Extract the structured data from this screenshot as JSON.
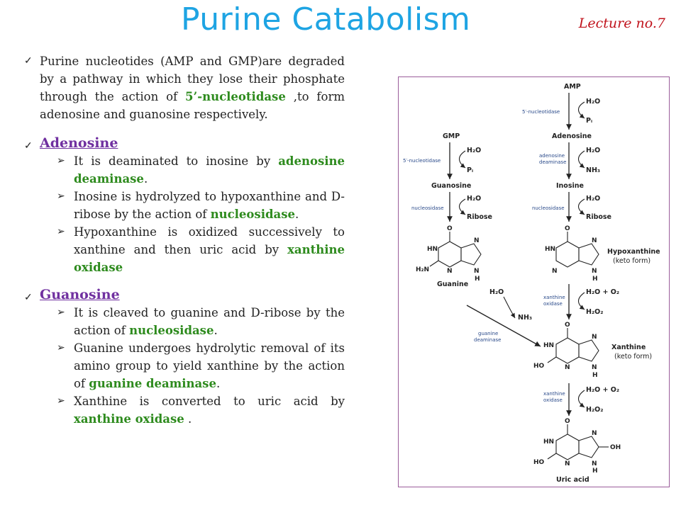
{
  "title": "Purine Catabolism",
  "lecture": "Lecture no.7",
  "intro": {
    "p1": "Purine nucleotides (AMP and  GMP)are degraded by a pathway in which they lose their phosphate through the action of ",
    "e1": "5’-nucleotidase",
    "p2": " ,to form adenosine and guanosine respectively."
  },
  "adenosine": {
    "heading": "Adenosine",
    "items": [
      {
        "a": "It is deaminated to inosine by ",
        "e": "adenosine deaminase",
        "b": "."
      },
      {
        "a": "Inosine is hydrolyzed to hypoxanthine and D-ribose by the action of ",
        "e": "nucleosidase",
        "b": "."
      },
      {
        "a": "Hypoxanthine is oxidized successively to xanthine and then uric acid by ",
        "e": "xanthine oxidase",
        "b": ""
      }
    ]
  },
  "guanosine": {
    "heading": "Guanosine",
    "items": [
      {
        "a": "It is cleaved to guanine and D-ribose by the action of ",
        "e": "nucleosidase",
        "b": "."
      },
      {
        "a": "Guanine undergoes hydrolytic removal of its amino group to yield xanthine by the action of ",
        "e": "guanine deaminase",
        "b": "."
      },
      {
        "a": "Xanthine is converted to uric acid by ",
        "e": "xanthine oxidase",
        "b": " ."
      }
    ]
  },
  "diagram": {
    "amp": "AMP",
    "gmp": "GMP",
    "adenosine": "Adenosine",
    "guanosine": "Guanosine",
    "inosine": "Inosine",
    "guanine": "Guanine",
    "hypoxanthine": "Hypoxanthine",
    "hypoxanthine_form": "(keto form)",
    "xanthine": "Xanthine",
    "xanthine_form": "(keto form)",
    "uric_acid": "Uric acid",
    "h2o": "H₂O",
    "pi": "Pᵢ",
    "nh3": "NH₃",
    "ribose": "Ribose",
    "h2o_o2": "H₂O + O₂",
    "h2o2": "H₂O₂",
    "oh": "OH",
    "enz_5nuc": "5′-nucleotidase",
    "enz_ad1": "adenosine",
    "enz_ad2": "deaminase",
    "enz_nucleosidase": "nucleosidase",
    "enz_xo1": "xanthine",
    "enz_xo2": "oxidase",
    "enz_gd1": "guanine",
    "enz_gd2": "deaminase",
    "atom_o": "O",
    "atom_n": "N",
    "atom_hn": "HN",
    "atom_h": "H",
    "atom_h2n": "H₂N",
    "atom_ho": "HO"
  }
}
